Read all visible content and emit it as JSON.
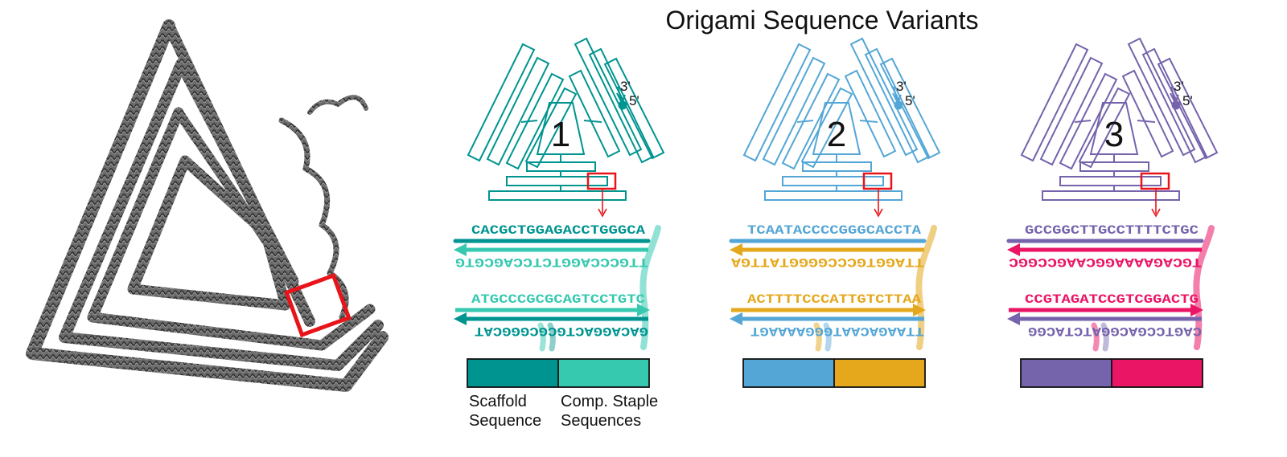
{
  "title": "Origami Sequence Variants",
  "end_labels": {
    "three_prime": "3'",
    "five_prime": "5'"
  },
  "highlight_color": "#e8141a",
  "legend": {
    "scaffold_label_1": "Scaffold",
    "scaffold_label_2": "Sequence",
    "staple_label_1": "Comp. Staple",
    "staple_label_2": "Sequences"
  },
  "variants": [
    {
      "number": "1",
      "scaffold_color": "#009490",
      "staple_color": "#36c9b0",
      "seq_top": "CACGCTGGAGACCTGGGCA",
      "seq_top_comp": "TTGCCCAGGTCTCCAGCGTG",
      "seq_bottom": "ATGCCCGCGCAGTCCTGTC",
      "seq_bottom_comp": "GACAGGACTGCGCGGGCAT"
    },
    {
      "number": "2",
      "scaffold_color": "#54a6d6",
      "staple_color": "#e5a81c",
      "seq_top": "TCAATACCCCGGGCACCTA",
      "seq_top_comp": "TTAGGTGCCCGGGGTATTGA",
      "seq_bottom": "ACTTTTCCCATTGTCTTAA",
      "seq_bottom_comp": "TTAAGACAATGGGAAAAGT"
    },
    {
      "number": "3",
      "scaffold_color": "#7563ac",
      "staple_color": "#ea1565",
      "seq_top": "GCCGGCTTGCCTTTTCTGC",
      "seq_top_comp": "TGCAGAAAAGGCAAGCCGGC",
      "seq_bottom": "CCGTAGATCCGTCGGACTG",
      "seq_bottom_comp": "CAGTCCGACGGATCTACGG"
    }
  ]
}
